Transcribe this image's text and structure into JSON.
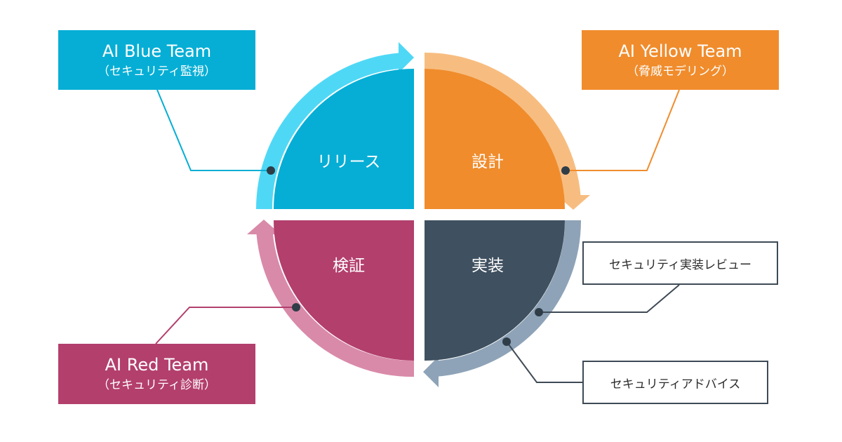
{
  "teams": {
    "blue": {
      "title": "AI Blue Team",
      "subtitle": "（セキュリティ監視）",
      "color": "#06aed5"
    },
    "yellow": {
      "title": "AI Yellow Team",
      "subtitle": "（脅威モデリング）",
      "color": "#f08c2c"
    },
    "red": {
      "title": "AI Red Team",
      "subtitle": "（セキュリティ診断）",
      "color": "#b33f6d"
    }
  },
  "phases": {
    "release": {
      "label": "リリース",
      "color": "#06aed5",
      "arrow_color": "#4fd8f6"
    },
    "design": {
      "label": "設計",
      "color": "#f08c2c",
      "arrow_color": "#f7bd80"
    },
    "implementation": {
      "label": "実装",
      "color": "#3f5060",
      "arrow_color": "#8ea3b7"
    },
    "verification": {
      "label": "検証",
      "color": "#b33f6d",
      "arrow_color": "#d98aa9"
    }
  },
  "callouts": {
    "code_review": "セキュリティ実装レビュー",
    "advice": "セキュリティアドバイス"
  }
}
